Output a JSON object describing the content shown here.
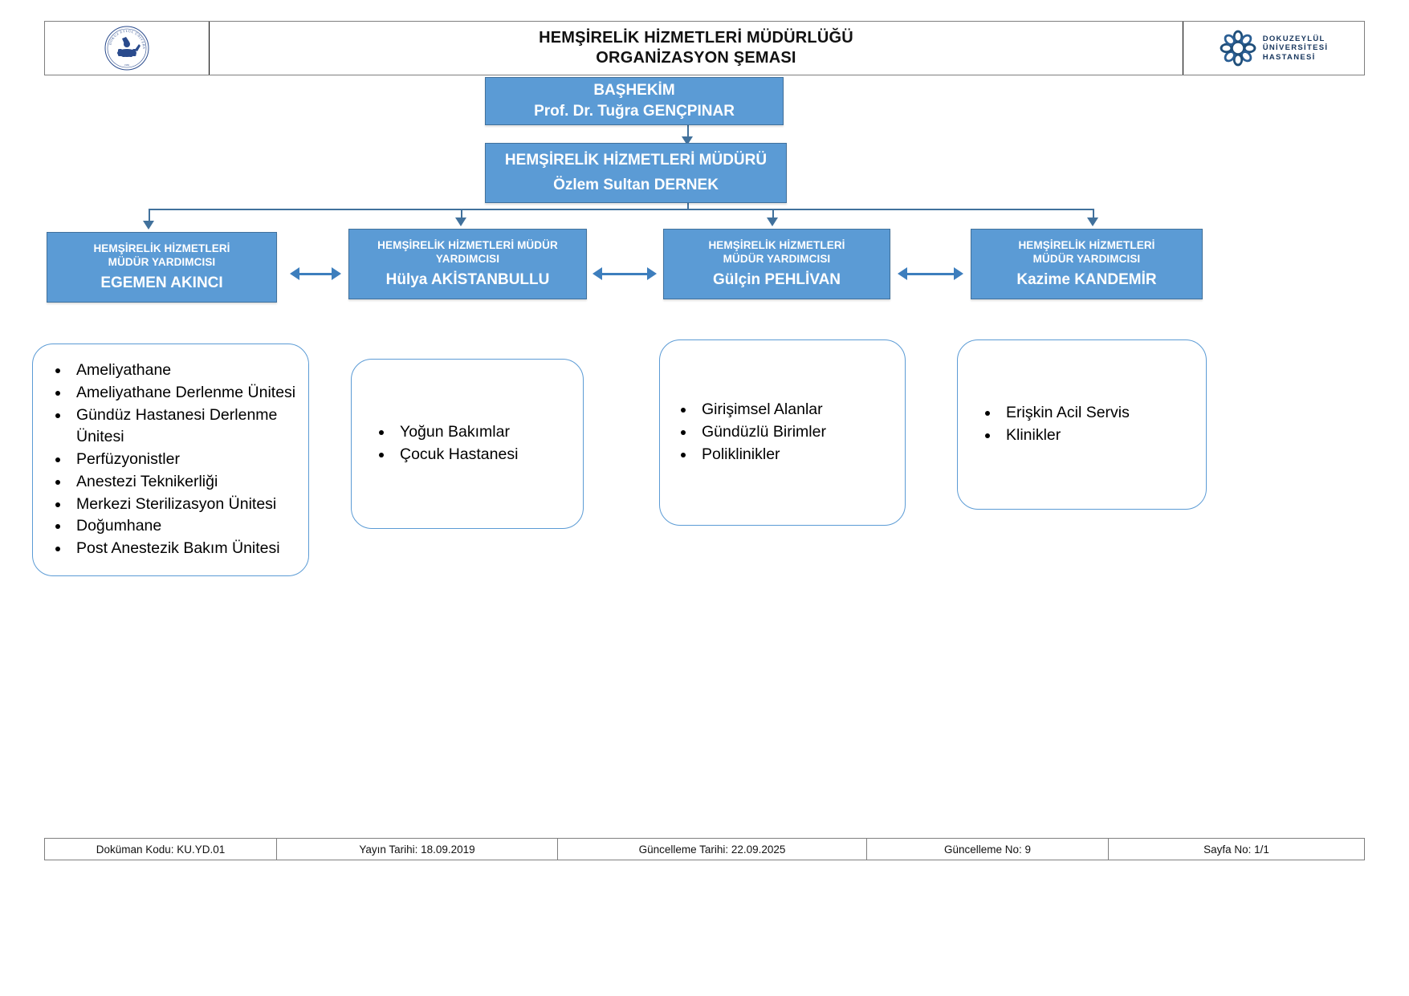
{
  "header": {
    "title_line1": "HEMŞİRELİK HİZMETLERİ MÜDÜRLÜĞÜ",
    "title_line2": "ORGANİZASYON ŞEMASI",
    "left_logo_name": "dokuz-eylul-universitesi-seal",
    "right_logo": {
      "icon_name": "rosette-icon",
      "line1": "DOKUZEYLÜL",
      "line2": "ÜNİVERSİTESİ",
      "line3": "HASTANESİ"
    }
  },
  "chief_physician": {
    "role": "BAŞHEKİM",
    "person": "Prof. Dr. Tuğra GENÇPINAR"
  },
  "nursing_director": {
    "role": "HEMŞİRELİK HİZMETLERİ MÜDÜRÜ",
    "person": "Özlem Sultan DERNEK"
  },
  "assistants": [
    {
      "role_line1": "HEMŞİRELİK HİZMETLERİ",
      "role_line2": "MÜDÜR YARDIMCISI",
      "person": "EGEMEN AKINCI"
    },
    {
      "role_line1": "HEMŞİRELİK HİZMETLERİ MÜDÜR",
      "role_line2": "YARDIMCISI",
      "person": "Hülya AKİSTANBULLU"
    },
    {
      "role_line1": "HEMŞİRELİK HİZMETLERİ",
      "role_line2": "MÜDÜR YARDIMCISI",
      "person": "Gülçin PEHLİVAN"
    },
    {
      "role_line1": "HEMŞİRELİK HİZMETLERİ",
      "role_line2": "MÜDÜR YARDIMCISI",
      "person": "Kazime KANDEMİR"
    }
  ],
  "unit_panels": [
    {
      "items": [
        "Ameliyathane",
        "Ameliyathane Derlenme Ünitesi",
        "Gündüz Hastanesi Derlenme Ünitesi",
        "Perfüzyonistler",
        "Anestezi Teknikerliği",
        "Merkezi Sterilizasyon Ünitesi",
        "Doğumhane",
        "Post Anestezik Bakım Ünitesi"
      ]
    },
    {
      "items": [
        "Yoğun Bakımlar",
        "Çocuk Hastanesi"
      ]
    },
    {
      "items": [
        "Girişimsel Alanlar",
        "Gündüzlü Birimler",
        "Poliklinikler"
      ]
    },
    {
      "items": [
        "Erişkin Acil Servis",
        "Klinikler"
      ]
    }
  ],
  "footer": {
    "document_code": "Doküman Kodu: KU.YD.01",
    "publish_date": "Yayın Tarihi: 18.09.2019",
    "update_date": "Güncelleme Tarihi: 22.09.2025",
    "update_no": "Güncelleme No: 9",
    "page_no": "Sayfa No: 1/1"
  },
  "colors": {
    "box_fill": "#5B9BD5",
    "box_border": "#41719C",
    "panel_border": "#5B9BD5",
    "logo_blue": "#17365D",
    "connector": "#41719C"
  }
}
